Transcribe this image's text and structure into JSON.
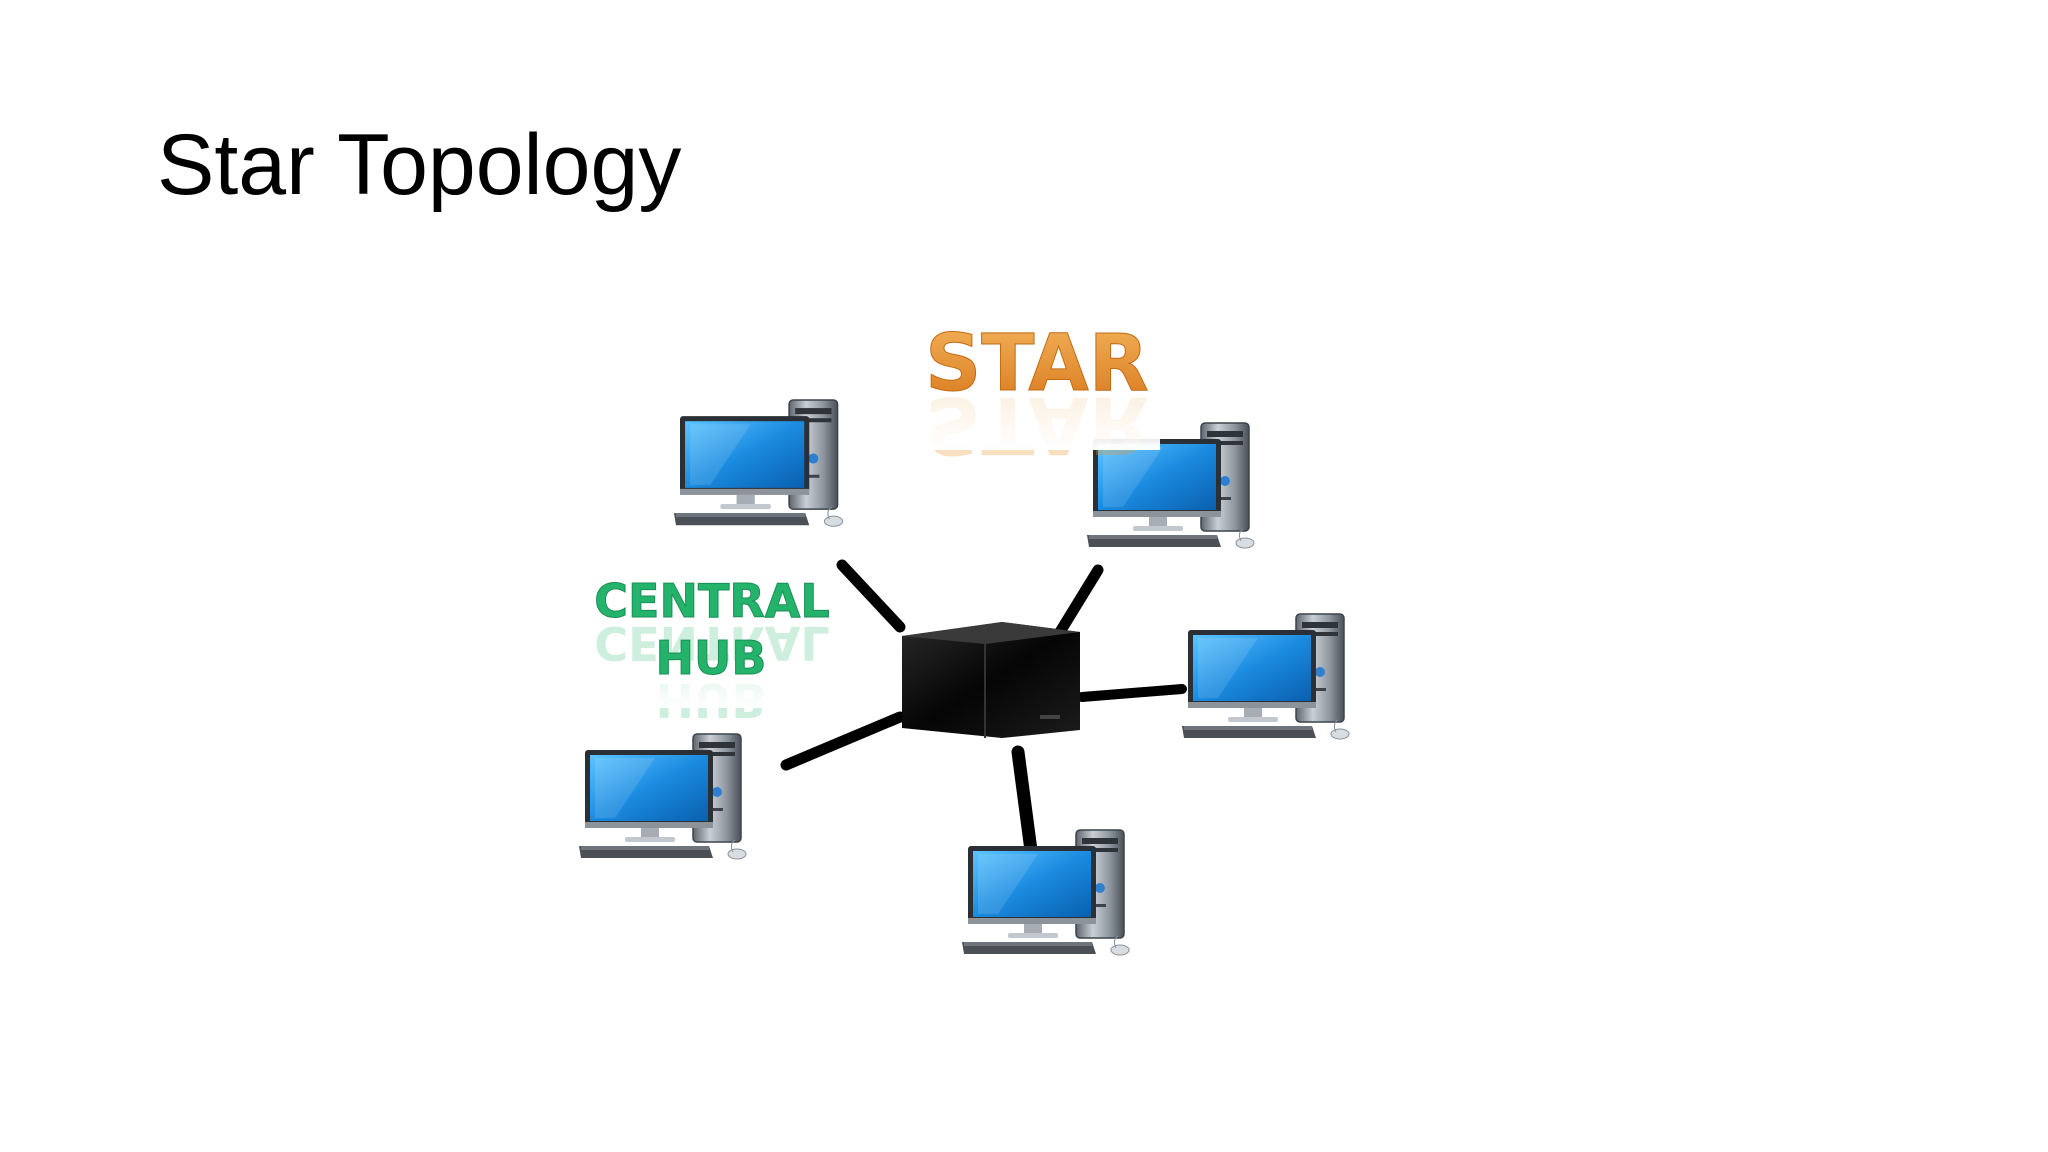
{
  "slide": {
    "title": "Star Topology"
  },
  "diagram": {
    "star_label": "STAR",
    "hub_label_line1": "CENTRAL",
    "hub_label_line2": "HUB",
    "colors": {
      "star_label": "#e8962e",
      "hub_label": "#23b36b",
      "monitor_screen": "#1a8be0",
      "hub_body": "#0a0a0a",
      "cable": "#000000",
      "tower": "#9aa3ad"
    },
    "node_icon": "desktop-computer-icon",
    "hub_icon": "network-hub-icon",
    "node_count": 5
  }
}
